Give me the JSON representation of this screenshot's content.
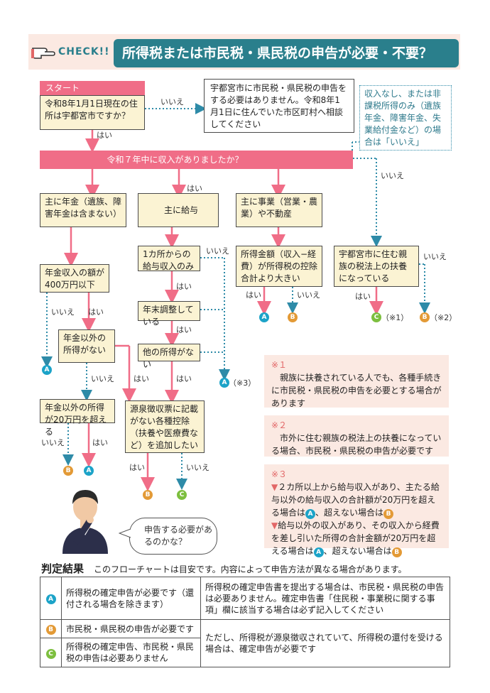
{
  "header": {
    "check_label": "CHECK!!",
    "title": "所得税または市民税・県民税の申告が必要・不要？"
  },
  "flow": {
    "start_label": "スタート",
    "q_start": "令和8年1月1日現在の住所は宇都宮市ですか？",
    "no": "いいえ",
    "yes": "はい",
    "not_needed_msg": "宇都宮市に市民税・県民税の申告をする必要はありません。令和8年1月1日に住んでいた市区町村へ相談してください",
    "side_note": "収入なし、または非課税所得のみ（遺族年金、障害年金、失業給付金など）の場合は「いいえ」",
    "q_income": "令和７年中に収入がありましたか？",
    "cat_pension": "主に年金（遺族、障害年金は含まない）",
    "cat_salary": "主に給与",
    "cat_business": "主に事業（営業・農業）や不動産",
    "q_pension_400": "年金収入の額が400万円以下",
    "q_other_income": "年金以外の所得がない",
    "q_other_20": "年金以外の所得が20万円を超える",
    "q_one_salary": "1カ所からの給与収入のみ",
    "q_year_end": "年末調整している",
    "q_no_other": "他の所得がない",
    "q_deduction": "源泉徴収票に記載がない各種控除（扶養や医療費など）を追加したい",
    "q_business": "所得金額（収入−経費）が所得税の控除合計より大きい",
    "q_dependent": "宇都宮市に住む親族の税法上の扶養になっている",
    "ref1": "（※1）",
    "ref2": "（※2）",
    "ref3": "（※3）",
    "speech": "申告する必要があるのかな？"
  },
  "circles": {
    "a": "A",
    "b": "B",
    "c": "C"
  },
  "notes": [
    {
      "mark": "※１",
      "text": "親族に扶養されている人でも、各種手続きに市民税・県民税の申告を必要とする場合があります"
    },
    {
      "mark": "※２",
      "text": "市外に住む親族の税法上の扶養になっている場合、市民税・県民税の申告が必要です"
    },
    {
      "mark": "※３",
      "b1_pre": "２カ所以上から給与収入があり、主たる給与以外の給与収入の合計額が20万円を超える場合は",
      "b1_mid": "、超えない場合は",
      "b2_pre": "給与以外の収入があり、その収入から経費を差し引いた所得の合計金額が20万円を超える場合は",
      "b2_mid": "、超えない場合は"
    }
  ],
  "results": {
    "title": "判定結果",
    "subtitle": "このフローチャートは目安です。内容によって申告方法が異なる場合があります。",
    "rows": [
      {
        "label": "所得税の確定申告が必要です（還付される場合を除きます）"
      },
      {
        "label": "市民税・県民税の申告が必要です"
      },
      {
        "label": "所得税の確定申告、市民税・県民税の申告は必要ありません"
      }
    ],
    "note_a": "所得税の確定申告書を提出する場合は、市民税・県民税の申告は必要ありません。確定申告書「住民税・事業税に関する事項」欄に該当する場合は必ず記入してください",
    "note_bc": "ただし、所得税が源泉徴収されていて、所得税の還付を受ける場合は、確定申告が必要です"
  },
  "colors": {
    "accent_teal": "#2a7f8c",
    "pink": "#f06d87",
    "dotted_blue": "#2e8ba8",
    "box_fill": "#fbf3d3",
    "note_fill": "#fbe9e2"
  }
}
